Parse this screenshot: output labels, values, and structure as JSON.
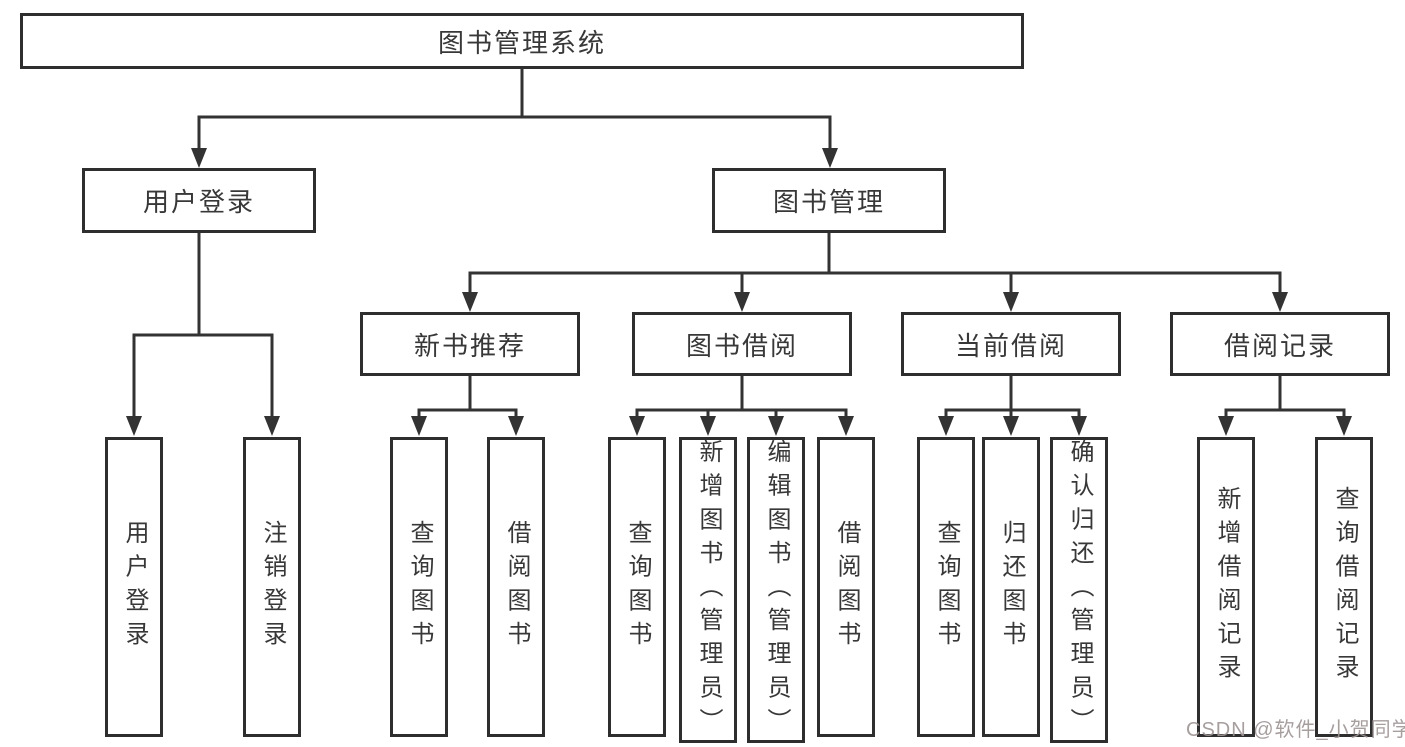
{
  "diagram": {
    "root": {
      "label": "图书管理系统"
    },
    "branches": [
      {
        "label": "用户登录",
        "children": [
          {
            "label": "用户登录"
          },
          {
            "label": "注销登录"
          }
        ]
      },
      {
        "label": "图书管理",
        "children": [
          {
            "label": "新书推荐",
            "children": [
              {
                "label": "查询图书"
              },
              {
                "label": "借阅图书"
              }
            ]
          },
          {
            "label": "图书借阅",
            "children": [
              {
                "label": "查询图书"
              },
              {
                "label": "新增图书（管理员）"
              },
              {
                "label": "编辑图书（管理员）"
              },
              {
                "label": "借阅图书"
              }
            ]
          },
          {
            "label": "当前借阅",
            "children": [
              {
                "label": "查询图书"
              },
              {
                "label": "归还图书"
              },
              {
                "label": "确认归还（管理员）"
              }
            ]
          },
          {
            "label": "借阅记录",
            "children": [
              {
                "label": "新增借阅记录"
              },
              {
                "label": "查询借阅记录"
              }
            ]
          }
        ]
      }
    ]
  },
  "watermark": "CSDN @软件_小贺同学",
  "colors": {
    "line": "#333333",
    "border": "#2e2e2e",
    "text": "#383838",
    "watermark": "#9e9494",
    "background": "#ffffff"
  }
}
